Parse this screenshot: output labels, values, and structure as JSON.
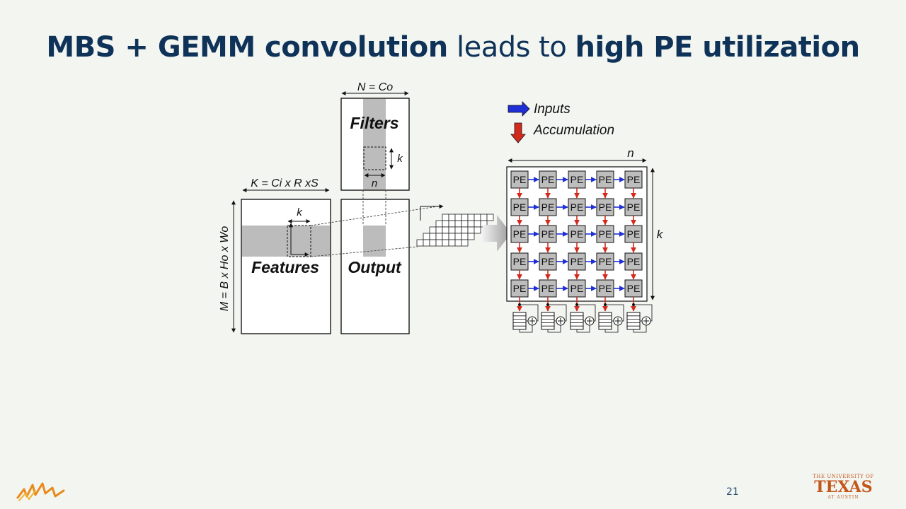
{
  "slide": {
    "title_part1": "MBS + GEMM convolution",
    "title_part2": " leads to ",
    "title_part3": "high PE utilization",
    "page_number": "21"
  },
  "diagram": {
    "filters_label": "Filters",
    "features_label": "Features",
    "output_label": "Output",
    "n_eq_co": "N = Co",
    "k_eq": "K = Ci x R xS",
    "m_eq": "M = B x Ho x Wo",
    "k_small": "k",
    "n_small": "n",
    "pe_label": "PE",
    "legend_inputs": "Inputs",
    "legend_accum": "Accumulation",
    "array_n": "n",
    "array_k": "k"
  },
  "logos": {
    "ut_top": "THE UNIVERSITY OF",
    "ut_main": "TEXAS",
    "ut_bottom": "AT AUSTIN"
  },
  "colors": {
    "title": "#0f3358",
    "input_arrow": "#1f2fd6",
    "accum_arrow": "#d42a1e",
    "pe_fill": "#bdbdbd",
    "shade": "#bcbcbc",
    "ut_orange": "#c2571a"
  }
}
